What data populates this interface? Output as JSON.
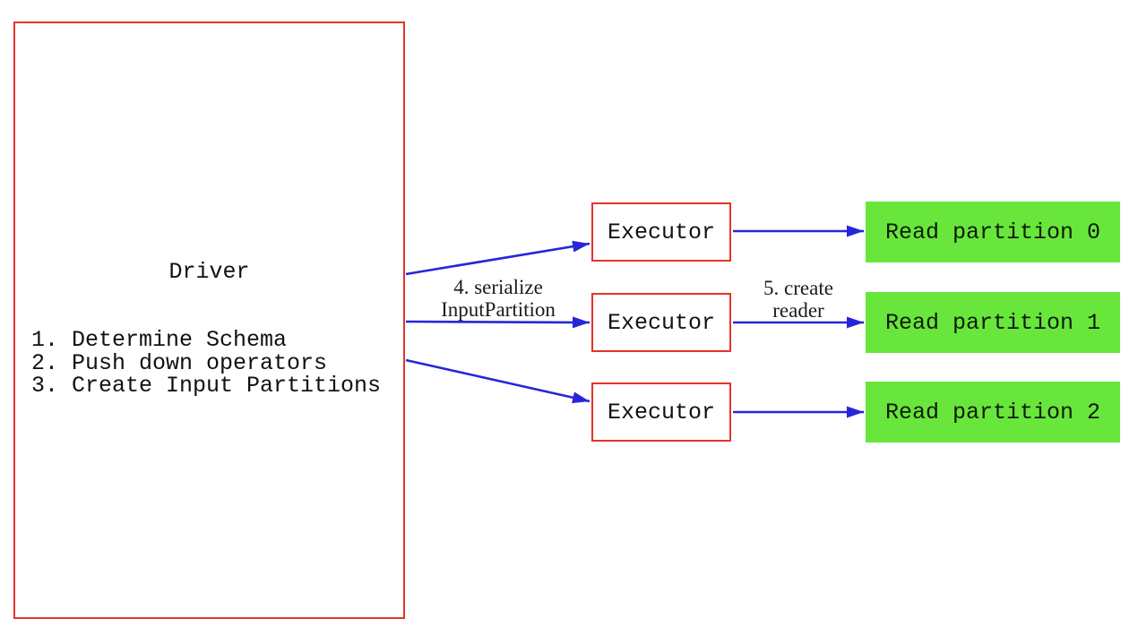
{
  "diagram": {
    "title_hint": "Spark driver/executor partition reading flow"
  },
  "colors": {
    "box_border_red": "#e5332a",
    "arrow_blue": "#2626d8",
    "partition_green": "#69e63c",
    "text_black": "#111111"
  },
  "driver": {
    "title": "Driver",
    "steps": [
      "1. Determine Schema",
      "2. Push down operators",
      "3. Create Input Partitions"
    ]
  },
  "executors": [
    {
      "label": "Executor"
    },
    {
      "label": "Executor"
    },
    {
      "label": "Executor"
    }
  ],
  "partitions": [
    {
      "label": "Read partition 0"
    },
    {
      "label": "Read partition 1"
    },
    {
      "label": "Read partition 2"
    }
  ],
  "edge_labels": {
    "serialize": "4. serialize\nInputPartition",
    "create_reader": "5. create\nreader"
  }
}
